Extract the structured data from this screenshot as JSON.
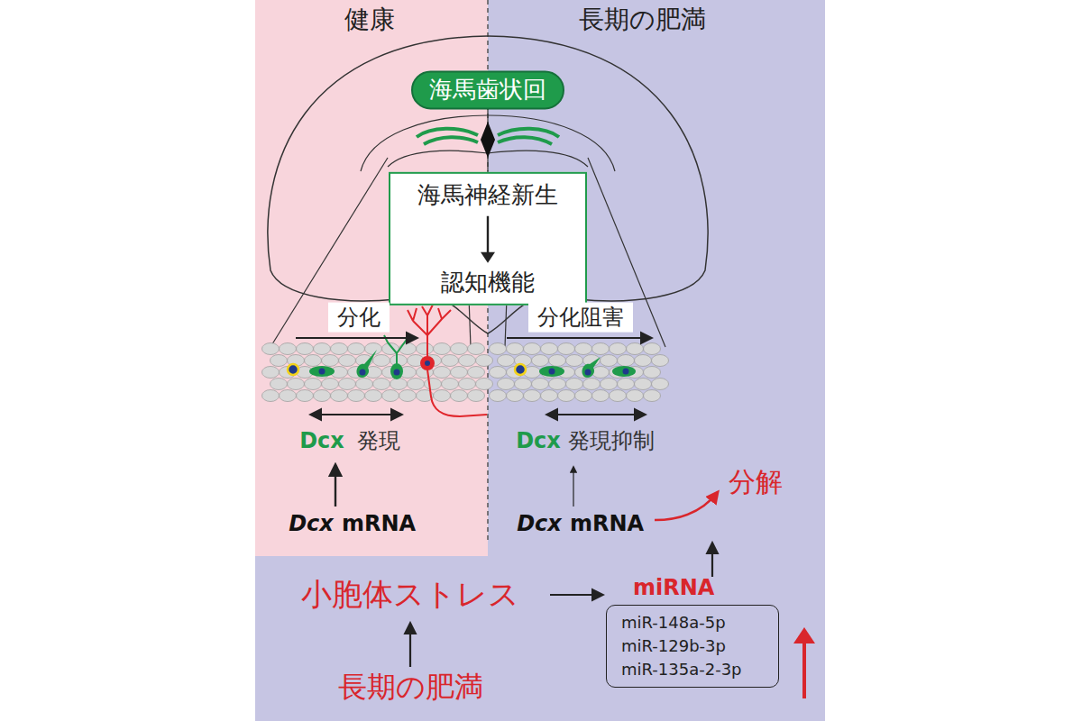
{
  "diagram": {
    "nodes": [
      {
        "text": [
          "海馬歯状回"
        ]
      },
      {
        "text": [
          "海馬神経新生",
          "認知機能"
        ]
      },
      {
        "text": [
          "分化"
        ]
      },
      {
        "text": [
          "分化阻害"
        ]
      },
      {
        "text": [
          "miRNA",
          "miR-148a-5p",
          "miR-129b-3p",
          "miR-135a-2-3p"
        ]
      }
    ],
    "labels": [
      "健康",
      "長期の肥満",
      "Dcx",
      "発現",
      "Dcx",
      "発現抑制",
      "Dcx",
      "mRNA",
      "Dcx",
      "mRNA",
      "分解",
      "小胞体ストレス",
      "長期の肥満"
    ]
  }
}
